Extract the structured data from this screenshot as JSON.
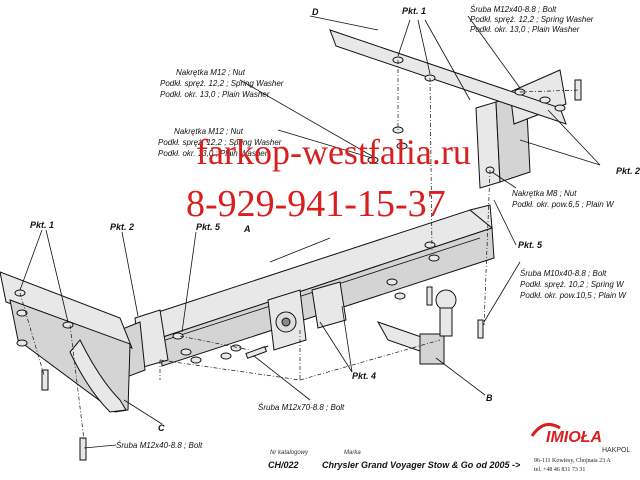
{
  "labels": {
    "D": "D",
    "A": "A",
    "B": "B",
    "C": "C",
    "pkt1_top": "Pkt. 1",
    "pkt1_left": "Pkt. 1",
    "pkt2_left": "Pkt. 2",
    "pkt2_right": "Pkt. 2",
    "pkt5_left": "Pkt. 5",
    "pkt5_right": "Pkt. 5",
    "pkt4": "Pkt. 4",
    "nut_m12_a": "Nakrętka  M12 ; Nut",
    "spring_a": "Podkł. spręż. 12,2 ; Spring Washer",
    "plain_a": "Podkł.  okr. 13,0 ; Plain Washer",
    "nut_m12_b": "Nakrętka  M12 ; Nut",
    "spring_b": "Podkł. spręż. 12,2 ; Spring Washer",
    "plain_b": "Podkł.  okr. 13,0 ; Plain Washer",
    "bolt_top": "Śruba M12x40-8.8 ;  Bolt",
    "spring_top": "Podkł. spręż. 12,2 ; Spring Washer",
    "plain_top": "Podkł.  okr. 13,0 ; Plain Washer",
    "nut_m8": "Nakrętka  M8 ; Nut",
    "plain_m8": "Podkł. okr. pow.6,5 ; Plain W",
    "bolt_m10": "Śruba M10x40-8.8 ;  Bolt",
    "spring_m10": "Podkł. spręż. 10,2 ; Spring W",
    "plain_m10": "Podkł.  okr. pow.10,5 ; Plain W",
    "bolt_m12x70": "Śruba M12x70-8.8 ;  Bolt",
    "bolt_bottom": "Śruba M12x40-8.8 ;  Bolt"
  },
  "watermark": {
    "line1": "farkop-westfalia.ru",
    "line2": "8-929-941-15-37",
    "color": "#d81e1e"
  },
  "footer": {
    "catalog_label": "Nr katalogowy",
    "brand_label": "Marka",
    "catalog_no": "CH/022",
    "model": "Chrysler Grand Voyager Stow & Go",
    "year": "od  2005 ->"
  },
  "logo": {
    "name": "IMIOŁA",
    "sub": "HAKPOL",
    "address": "96-111 Kowiesy, Chojnata 23 A",
    "phone": "tel. +48 46 831 73 31",
    "color": "#d81e1e"
  }
}
